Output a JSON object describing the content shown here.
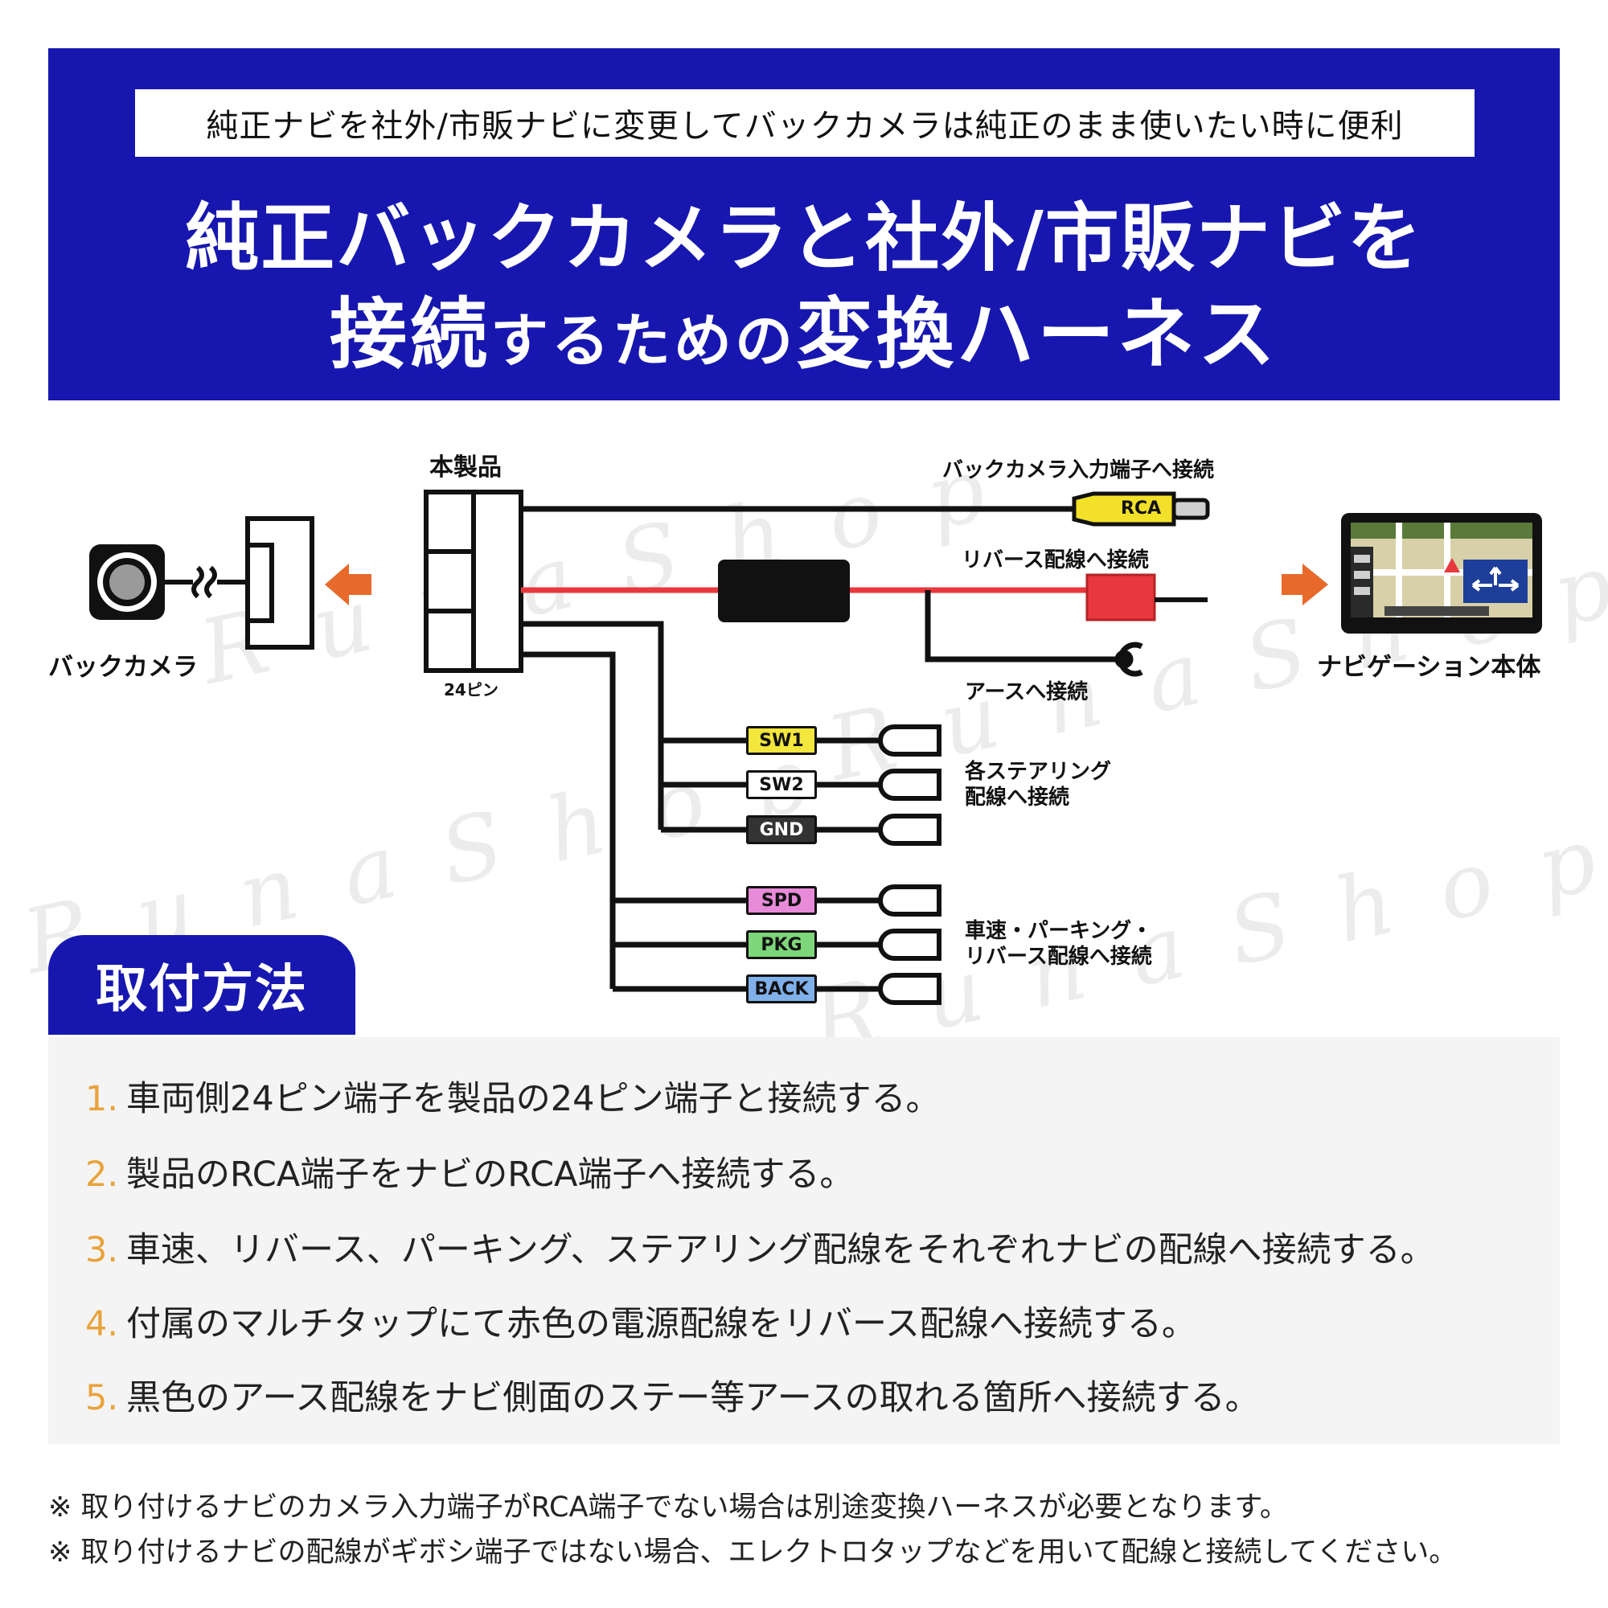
{
  "header": {
    "subtitle": "純正ナビを社外/市販ナビに変更してバックカメラは純正のまま使いたい時に便利",
    "title_line1": "純正バックカメラと社外/市販ナビを",
    "title_line2_a": "接続",
    "title_line2_b": "するための",
    "title_line2_c": "変換ハーネス"
  },
  "diagram": {
    "product_label": "本製品",
    "pin_label": "24ピン",
    "back_camera_label": "バックカメラ",
    "navi_label": "ナビゲーション本体",
    "rca_note": "バックカメラ入力端子へ接続",
    "rca_tag": "RCA",
    "reverse_note": "リバース配線へ接続",
    "earth_note": "アースへ接続",
    "steering_note_1": "各ステアリング",
    "steering_note_2": "配線へ接続",
    "speed_note_1": "車速・パーキング・",
    "speed_note_2": "リバース配線へ接続",
    "wire_tags": [
      {
        "label": "SW1",
        "color": "#f3e63c",
        "text_color": "#111111"
      },
      {
        "label": "SW2",
        "color": "#ffffff",
        "text_color": "#111111"
      },
      {
        "label": "GND",
        "color": "#333333",
        "text_color": "#ffffff"
      },
      {
        "label": "SPD",
        "color": "#e78ad8",
        "text_color": "#111111"
      },
      {
        "label": "PKG",
        "color": "#7ed67a",
        "text_color": "#111111"
      },
      {
        "label": "BACK",
        "color": "#7fb0ea",
        "text_color": "#111111"
      }
    ],
    "arrow_color": "#e86a2a",
    "red_wire_color": "#e8383d",
    "watermark": "RunaShop"
  },
  "install": {
    "heading": "取付方法",
    "steps": [
      {
        "num": "1.",
        "text": "車両側24ピン端子を製品の24ピン端子と接続する。"
      },
      {
        "num": "2.",
        "text": "製品のRCA端子をナビのRCA端子へ接続する。"
      },
      {
        "num": "3.",
        "text": "車速、リバース、パーキング、ステアリング配線をそれぞれナビの配線へ接続する。"
      },
      {
        "num": "4.",
        "text": "付属のマルチタップにて赤色の電源配線をリバース配線へ接続する。"
      },
      {
        "num": "5.",
        "text": "黒色のアース配線をナビ側面のステー等アースの取れる箇所へ接続する。"
      }
    ]
  },
  "notes": [
    "※ 取り付けるナビのカメラ入力端子がRCA端子でない場合は別途変換ハーネスが必要となります。",
    "※ 取り付けるナビの配線がギボシ端子ではない場合、エレクトロタップなどを用いて配線と接続してください。"
  ]
}
